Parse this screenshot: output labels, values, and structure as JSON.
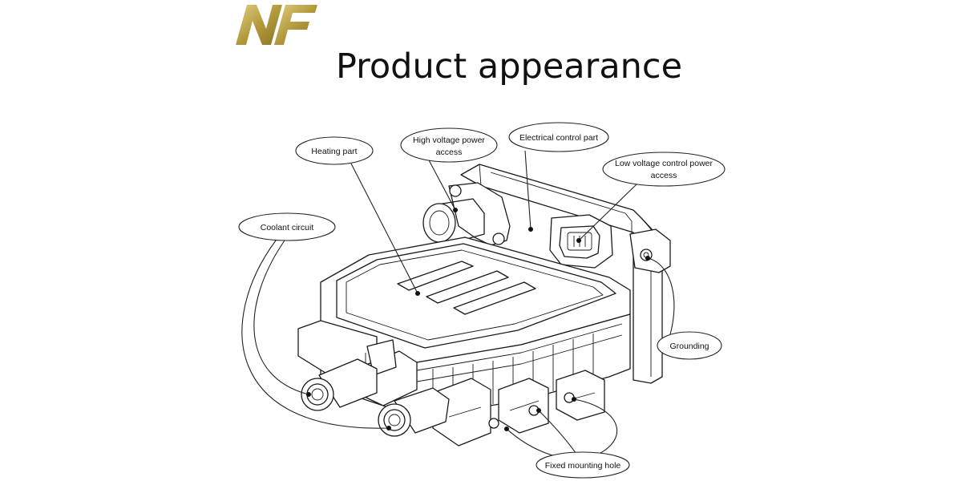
{
  "title": "Product appearance",
  "brand": {
    "gold": "#b39a3c",
    "gold_light": "#dcc77a"
  },
  "labels": {
    "heating_part": "Heating part",
    "high_voltage_line1": "High voltage power",
    "high_voltage_line2": "access",
    "electrical_control": "Electrical control part",
    "low_voltage_line1": "Low voltage control power",
    "low_voltage_line2": "access",
    "coolant_circuit": "Coolant circuit",
    "grounding": "Grounding",
    "fixed_mounting_hole": "Fixed mounting hole"
  }
}
